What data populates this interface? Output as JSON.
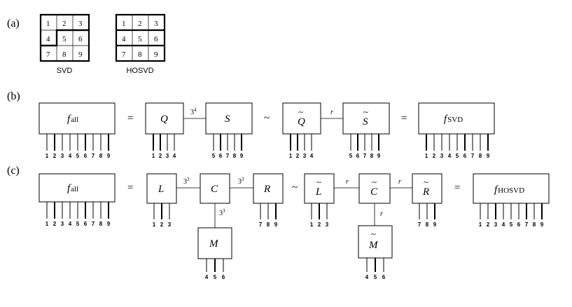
{
  "panels": {
    "a": "(a)",
    "b": "(b)",
    "c": "(c)"
  },
  "grids": {
    "svd_caption": "SVD",
    "hosvd_caption": "HOSVD",
    "cells": [
      "1",
      "2",
      "3",
      "4",
      "5",
      "6",
      "7",
      "8",
      "9"
    ]
  },
  "operators": {
    "eq": "=",
    "sim": "~",
    "tilde": "~"
  },
  "b": {
    "f_all": {
      "base": "f",
      "sub": "all"
    },
    "Q": "Q",
    "S": "S",
    "Qt": "Q",
    "St": "S",
    "f_svd": {
      "base": "f",
      "sub": "SVD"
    },
    "edge_qs": {
      "base": "3",
      "sup": "4"
    },
    "edge_qs_r": "r",
    "idx_all": [
      "1",
      "2",
      "3",
      "4",
      "5",
      "6",
      "7",
      "8",
      "9"
    ],
    "idx_q": [
      "1",
      "2",
      "3",
      "4"
    ],
    "idx_s": [
      "5",
      "6",
      "7",
      "8",
      "9"
    ]
  },
  "c": {
    "f_all": {
      "base": "f",
      "sub": "all"
    },
    "L": "L",
    "C": "C",
    "R": "R",
    "M": "M",
    "Lt": "L",
    "Ct": "C",
    "Rt": "R",
    "Mt": "M",
    "f_hosvd": {
      "base": "f",
      "sub": "HOSVD"
    },
    "edge3": {
      "base": "3",
      "sup": "3"
    },
    "edge_r": "r",
    "idx_all": [
      "1",
      "2",
      "3",
      "4",
      "5",
      "6",
      "7",
      "8",
      "9"
    ],
    "idx_l": [
      "1",
      "2",
      "3"
    ],
    "idx_r": [
      "7",
      "8",
      "9"
    ],
    "idx_m": [
      "4",
      "5",
      "6"
    ]
  }
}
